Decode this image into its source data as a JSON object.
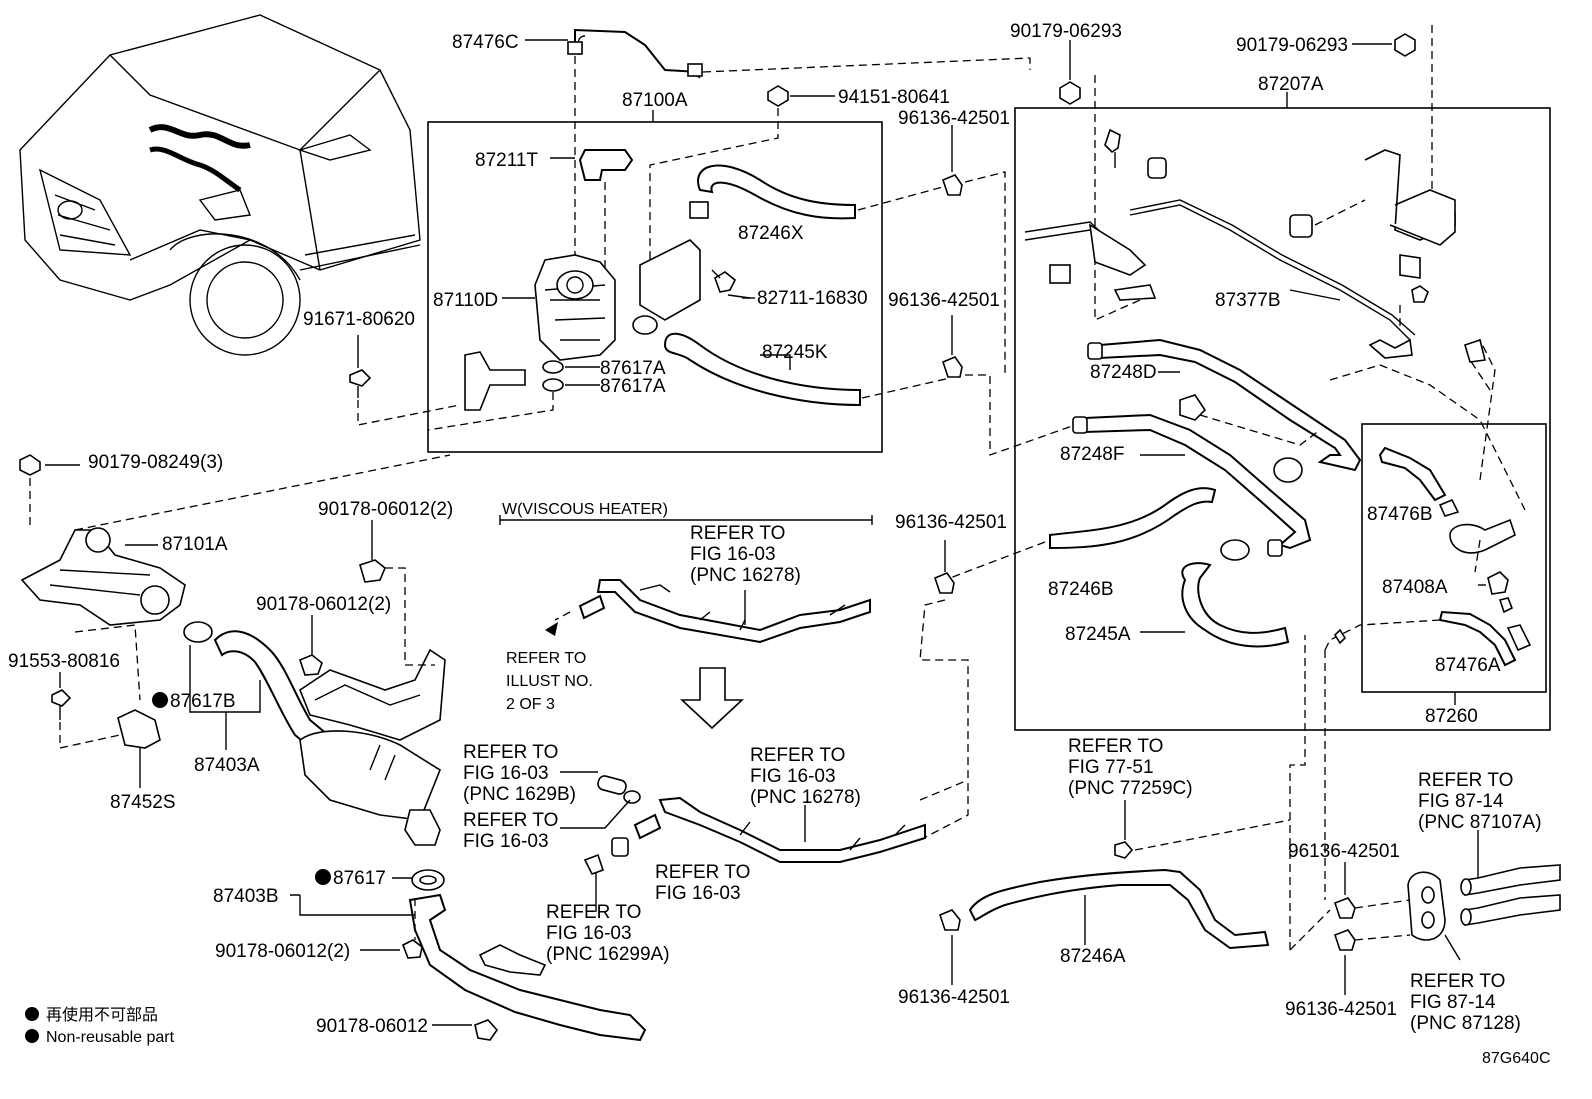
{
  "labels": {
    "p87476C": "87476C",
    "p87100A": "87100A",
    "p94151_80641": "94151-80641",
    "p87211T": "87211T",
    "p87246X": "87246X",
    "p87110D": "87110D",
    "p82711_16830": "82711-16830",
    "p87617A_1": "87617A",
    "p87617A_2": "87617A",
    "p87245K": "87245K",
    "p91671_80620": "91671-80620",
    "p90179_06293_a": "90179-06293",
    "p90179_06293_b": "90179-06293",
    "p87207A": "87207A",
    "p96136_42501_a": "96136-42501",
    "p96136_42501_b": "96136-42501",
    "p96136_42501_c": "96136-42501",
    "p96136_42501_d": "96136-42501",
    "p96136_42501_e": "96136-42501",
    "p96136_42501_f": "96136-42501",
    "p87377B": "87377B",
    "p87248D": "87248D",
    "p87248F": "87248F",
    "p87476B": "87476B",
    "p87246B": "87246B",
    "p87408A": "87408A",
    "p87245A": "87245A",
    "p87476A": "87476A",
    "p87260": "87260",
    "p90179_08249": "90179-08249(3)",
    "p87101A": "87101A",
    "p90178_06012_a": "90178-06012(2)",
    "p90178_06012_b": "90178-06012(2)",
    "p90178_06012_c": "90178-06012(2)",
    "p90178_06012_d": "90178-06012",
    "p91553_80816": "91553-80816",
    "p87617B": "87617B",
    "p87403A": "87403A",
    "p87452S": "87452S",
    "p87617": "87617",
    "p87403B": "87403B",
    "p87246A": "87246A",
    "viscous": "W(VISCOUS HEATER)",
    "refer_illust": [
      "REFER TO",
      "ILLUST NO.",
      "2 OF 3"
    ],
    "ref_16278_a": [
      "REFER TO",
      "FIG 16-03",
      "(PNC 16278)"
    ],
    "ref_16278_b": [
      "REFER TO",
      "FIG 16-03",
      "(PNC 16278)"
    ],
    "ref_1629B": [
      "REFER TO",
      "FIG 16-03",
      "(PNC 1629B)"
    ],
    "ref_fig1603_a": [
      "REFER TO",
      "FIG 16-03"
    ],
    "ref_fig1603_b": [
      "REFER TO",
      "FIG 16-03"
    ],
    "ref_16299A": [
      "REFER TO",
      "FIG 16-03",
      "(PNC 16299A)"
    ],
    "ref_77259C": [
      "REFER TO",
      "FIG 77-51",
      "(PNC 77259C)"
    ],
    "ref_87107A": [
      "REFER TO",
      "FIG 87-14",
      "(PNC 87107A)"
    ],
    "ref_87128": [
      "REFER TO",
      "FIG 87-14",
      "(PNC 87128)"
    ]
  },
  "legend": {
    "line1": "再使用不可部品",
    "line2": "Non-reusable part"
  },
  "code": "87G640C"
}
